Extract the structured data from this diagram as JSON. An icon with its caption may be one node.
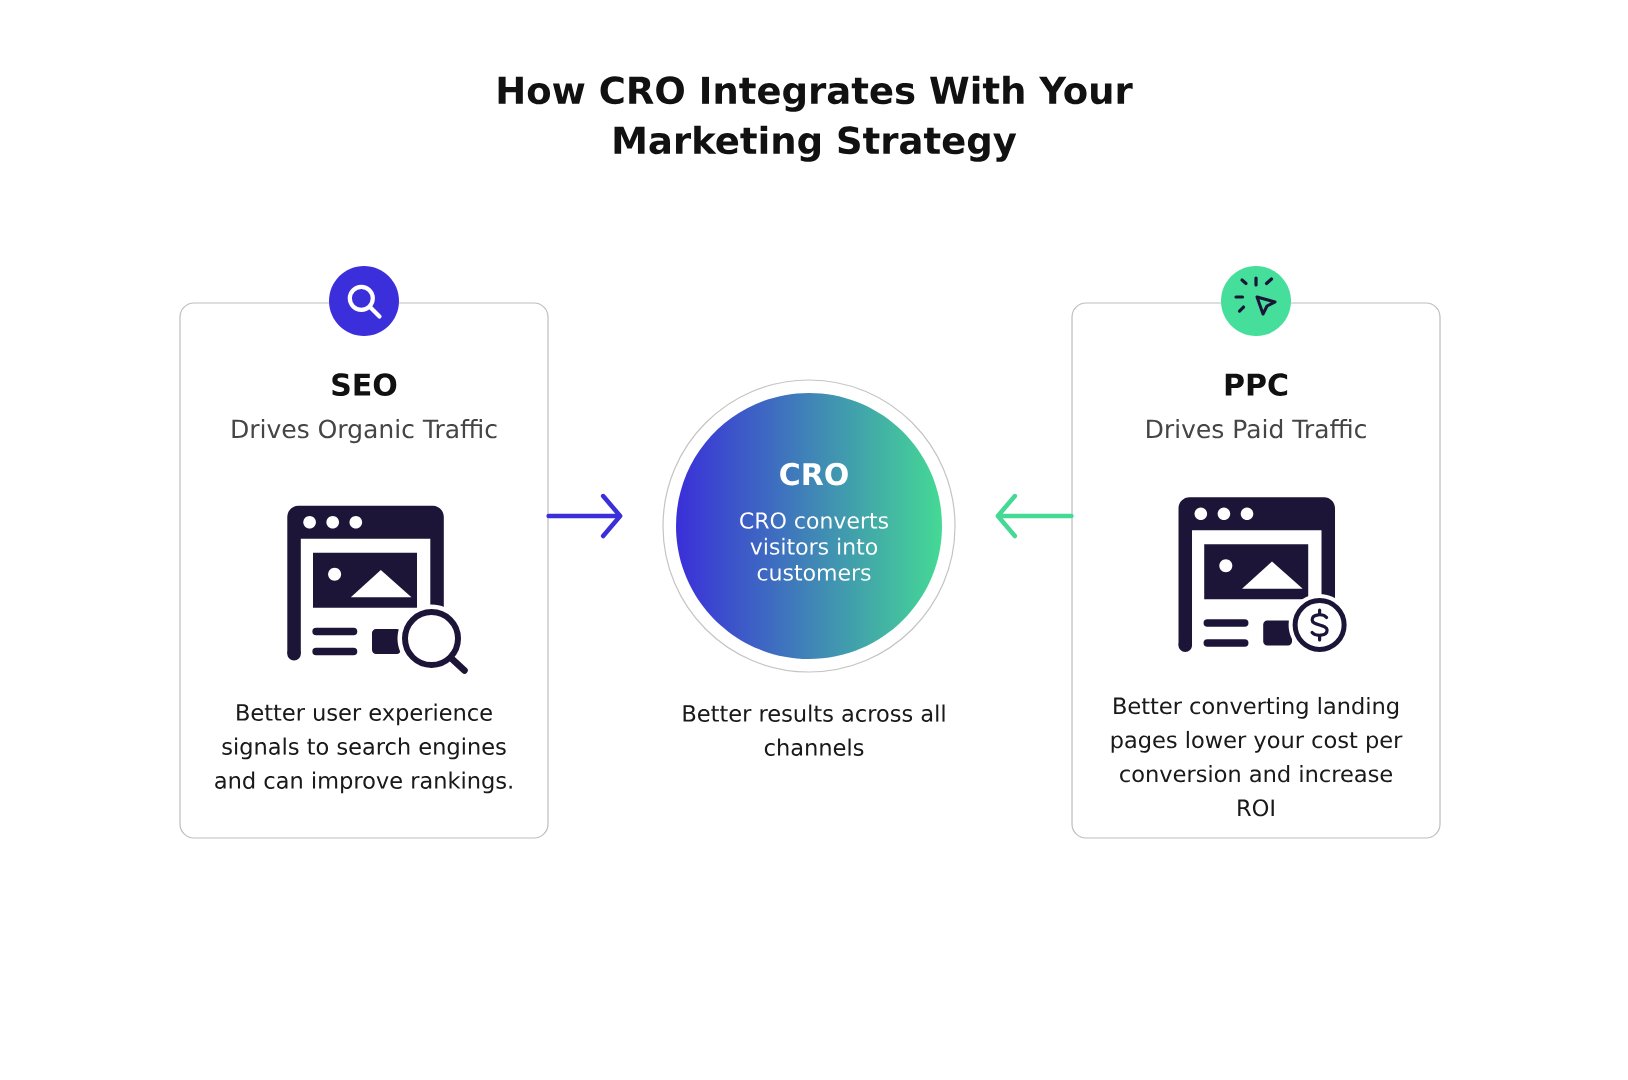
{
  "diagram": {
    "title": "How CRO Integrates With Your Marketing Strategy",
    "nodes": [
      {
        "text": [
          "SEO",
          "Drives Organic Traffic",
          "Better user experience signals to search engines and can improve rankings."
        ]
      },
      {
        "text": [
          "CRO",
          "CRO converts visitors into customers"
        ],
        "beside": [
          "Better results across all channels"
        ]
      },
      {
        "text": [
          "PPC",
          "Drives Paid Traffic",
          "Better converting landing pages lower your cost per conversion and increase ROI"
        ]
      }
    ],
    "edges": [
      {
        "from": 0,
        "to": 1,
        "arrow": "to",
        "color": "#3a2fd9"
      },
      {
        "from": 2,
        "to": 1,
        "arrow": "to",
        "color": "#45d995"
      }
    ]
  }
}
